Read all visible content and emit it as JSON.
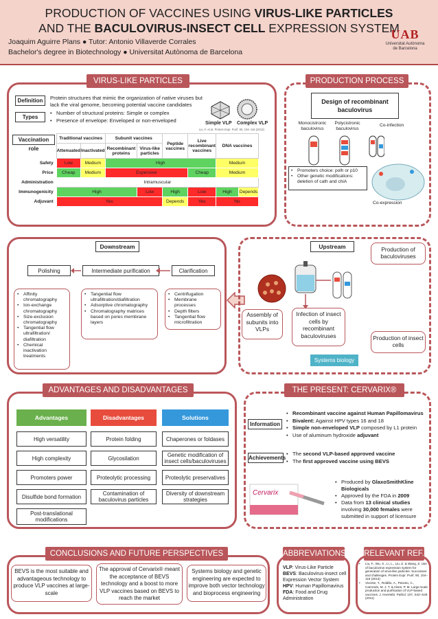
{
  "header": {
    "title_line1_pre": "PRODUCTION OF VACCINES USING ",
    "title_line1_bold": "VIRUS-LIKE PARTICLES",
    "title_line2_pre": "AND THE ",
    "title_line2_bold": "BACULOVIRUS-INSECT CELL",
    "title_line2_post": " EXPRESSION SYSTEM",
    "author_line": "Joaquim Aguirre Plans ● Tutor: Antonio Villaverde Corrales",
    "degree_line": "Bachelor's degree in Biotechnology ● Universitat Autònoma de Barcelona",
    "logo_mark": "UAB",
    "logo_text1": "Universitat Autònoma",
    "logo_text2": "de Barcelona"
  },
  "vlp": {
    "heading": "VIRUS-LIKE PARTICLES",
    "definition_label": "Definition",
    "definition_text": "Protein structures that mimic the organization of native viruses but lack the viral genome, becoming potential vaccine candidates",
    "types_label": "Types",
    "types": [
      "Number of structural proteins: Simple or complex",
      "Presence of envelope: Enveloped or non-enveloped"
    ],
    "simple_vlp": "Simple VLP",
    "complex_vlp": "Complex VLP",
    "image_ref": "Liu, F. et al. Protein Expr. Purif. 90, 104–116 (2013)",
    "vaccination_label": "Vaccination role",
    "table": {
      "group_traditional": "Traditional vaccines",
      "group_subunit": "Subunit vaccines",
      "col_peptide": "Peptide vaccines",
      "col_live": "Live recombinant vaccines",
      "col_dna": "DNA vaccines",
      "col_attenuated": "Attenuated",
      "col_inactivated": "Inactivated",
      "col_recombinant": "Recombinant proteins",
      "col_vlp": "Virus-like particles",
      "rows": {
        "safety": {
          "label": "Safety",
          "c1": "Low",
          "c2": "Medium",
          "c3": "High",
          "c4": "Medium"
        },
        "price": {
          "label": "Price",
          "c1": "Cheap",
          "c2": "Medium",
          "c3": "Expensive",
          "c4": "Cheap",
          "c5": "Medium"
        },
        "administration": {
          "label": "Administration",
          "c1": "Intramuscular"
        },
        "immunogenicity": {
          "label": "Immunogenicity",
          "c1": "High",
          "c2": "Low",
          "c3": "High",
          "c4": "Low",
          "c5": "High",
          "c6": "Depends"
        },
        "adjuvant": {
          "label": "Adjuvant",
          "c1": "Yes",
          "c2": "Depends",
          "c3": "Yes",
          "c4": "No"
        }
      }
    }
  },
  "production": {
    "heading": "PRODUCTION PROCESS",
    "design_title": "Design of recombinant baculovirus",
    "monocistronic": "Monocistronic baculovirus",
    "polycistronic": "Polycistronic baculovirus",
    "coinfection": "Co-infection",
    "coexpression": "Co-expression",
    "bullets": [
      "Promoters choice: polh or p10",
      "Other genetic modifications: deletion of cath and chiA"
    ]
  },
  "process": {
    "downstream": "Downstream",
    "upstream": "Upstream",
    "polishing": "Polishing",
    "intermediate": "Intermediate purification",
    "clarification": "Clarification",
    "polishing_items": [
      "Affinity chromatography",
      "Ion-exchange chromatography",
      "Size-exclusion chromatography",
      "Tangential flow ultrafiltration/ diafiltration",
      "Chemical inactivation treatments"
    ],
    "intermediate_items": [
      "Tangential flow ultrafiltration/diafiltration",
      "Adsorptive chromatography",
      "Chromatography matrices based on pores membrane layers"
    ],
    "clarification_items": [
      "Centrifugation",
      "Membrane processes",
      "Depth filters",
      "Tangential flow microfiltration"
    ],
    "assembly": "Assembly of subunits into VLPs",
    "infection": "Infection of insect cells by recombinant baculoviruses",
    "prod_baculo": "Production of baculoviruses",
    "prod_insect": "Production of insect cells",
    "systems_biology": "Systems biology"
  },
  "advantages": {
    "heading": "ADVANTAGES AND DISADVANTAGES",
    "col_adv": "Advantages",
    "col_dis": "Disadvantages",
    "col_sol": "Solutions",
    "adv_items": [
      "High versatility",
      "High complexity",
      "Promoters power",
      "Disulfide bond formation",
      "Post-translational modifications"
    ],
    "dis_items": [
      "Protein folding",
      "Glycosilation",
      "Proteolytic processing",
      "Contamination of baculovirus particles"
    ],
    "sol_items": [
      "Chaperones or foldases",
      "Genetic modification of insect cells/baculoviruses",
      "Proteolytic preservatives",
      "Diversity of downstream strategies"
    ],
    "colors": {
      "adv": "#6ab04c",
      "dis": "#e74c3c",
      "sol": "#3498db"
    }
  },
  "cervarix": {
    "heading": "THE PRESENT: CERVARIX®",
    "info_label": "Information",
    "info_items": [
      {
        "b": "Recombinant vaccine against Human Papillomavirus",
        "t": ""
      },
      {
        "b": "Bivalent:",
        "t": " Against HPV types 16 and 18"
      },
      {
        "b": "Simple non-enveloped VLP",
        "t": " composed by L1 protein"
      },
      {
        "t": "Use of aluminum hydroxide ",
        "b2": "adjuvant"
      }
    ],
    "ach_label": "Achievements",
    "ach_items": [
      {
        "t": "The ",
        "b": "second VLP-based approved vaccine"
      },
      {
        "t": "The ",
        "b": "first approved vaccine using BEVS"
      }
    ],
    "product_name": "Cervarix",
    "produced_by": "Produced by ",
    "produced_by_b": "GlaxoSmithKline Biologicals",
    "approved": "Approved by the FDA in ",
    "approved_b": "2009",
    "data_from": "Data from ",
    "data_b1": "13 clinical studies",
    "data_mid": " involving ",
    "data_b2": "30,000 females",
    "data_end": " were submitted in support of licensure"
  },
  "conclusions": {
    "heading": "CONCLUSIONS AND FUTURE PERSPECTIVES",
    "c1": "BEVS is the most suitable and advantageous technology to produce VLP vaccines at large-scale",
    "c2": "The approval of Cervarix® meant the acceptance of BEVS technology and a boost to more VLP vaccines based on BEVS to reach the market",
    "c3": "Systems biology and genetic engineering are expected to improve both vector technology and bioprocess engineering"
  },
  "abbreviations": {
    "heading": "ABBREVIATIONS",
    "items": [
      {
        "k": "VLP",
        "v": ": Virus-Like Particle"
      },
      {
        "k": "BEVS",
        "v": ": Baculovirus-insect cell Expression Vector System"
      },
      {
        "k": "HPV",
        "v": ": Human Papillomavirus"
      },
      {
        "k": "FDA",
        "v": ": Food and Drug Administration"
      }
    ]
  },
  "references": {
    "heading": "RELEVANT REF.",
    "items": [
      "Liu, F., Wu, X., Li, L., Liu, Z. & Wang, Z. Use of baculovirus expression system for generation of virus-like particles: Successes and challenges. Protein Expr. Purif. 90, 104–116 (2013)",
      "Vicente, T., Roldão, A., Peixoto, C., Carrondo, M. J. T. & Alves, P. M. Large-scale production and purification of VLP-based vaccines. J. Invertebr. Pathol. 107, S42–S48 (2011)"
    ]
  },
  "colors": {
    "accent": "#b9565a",
    "header_bg": "#f4d3cb",
    "systems_biology": "#4fb3c8"
  }
}
